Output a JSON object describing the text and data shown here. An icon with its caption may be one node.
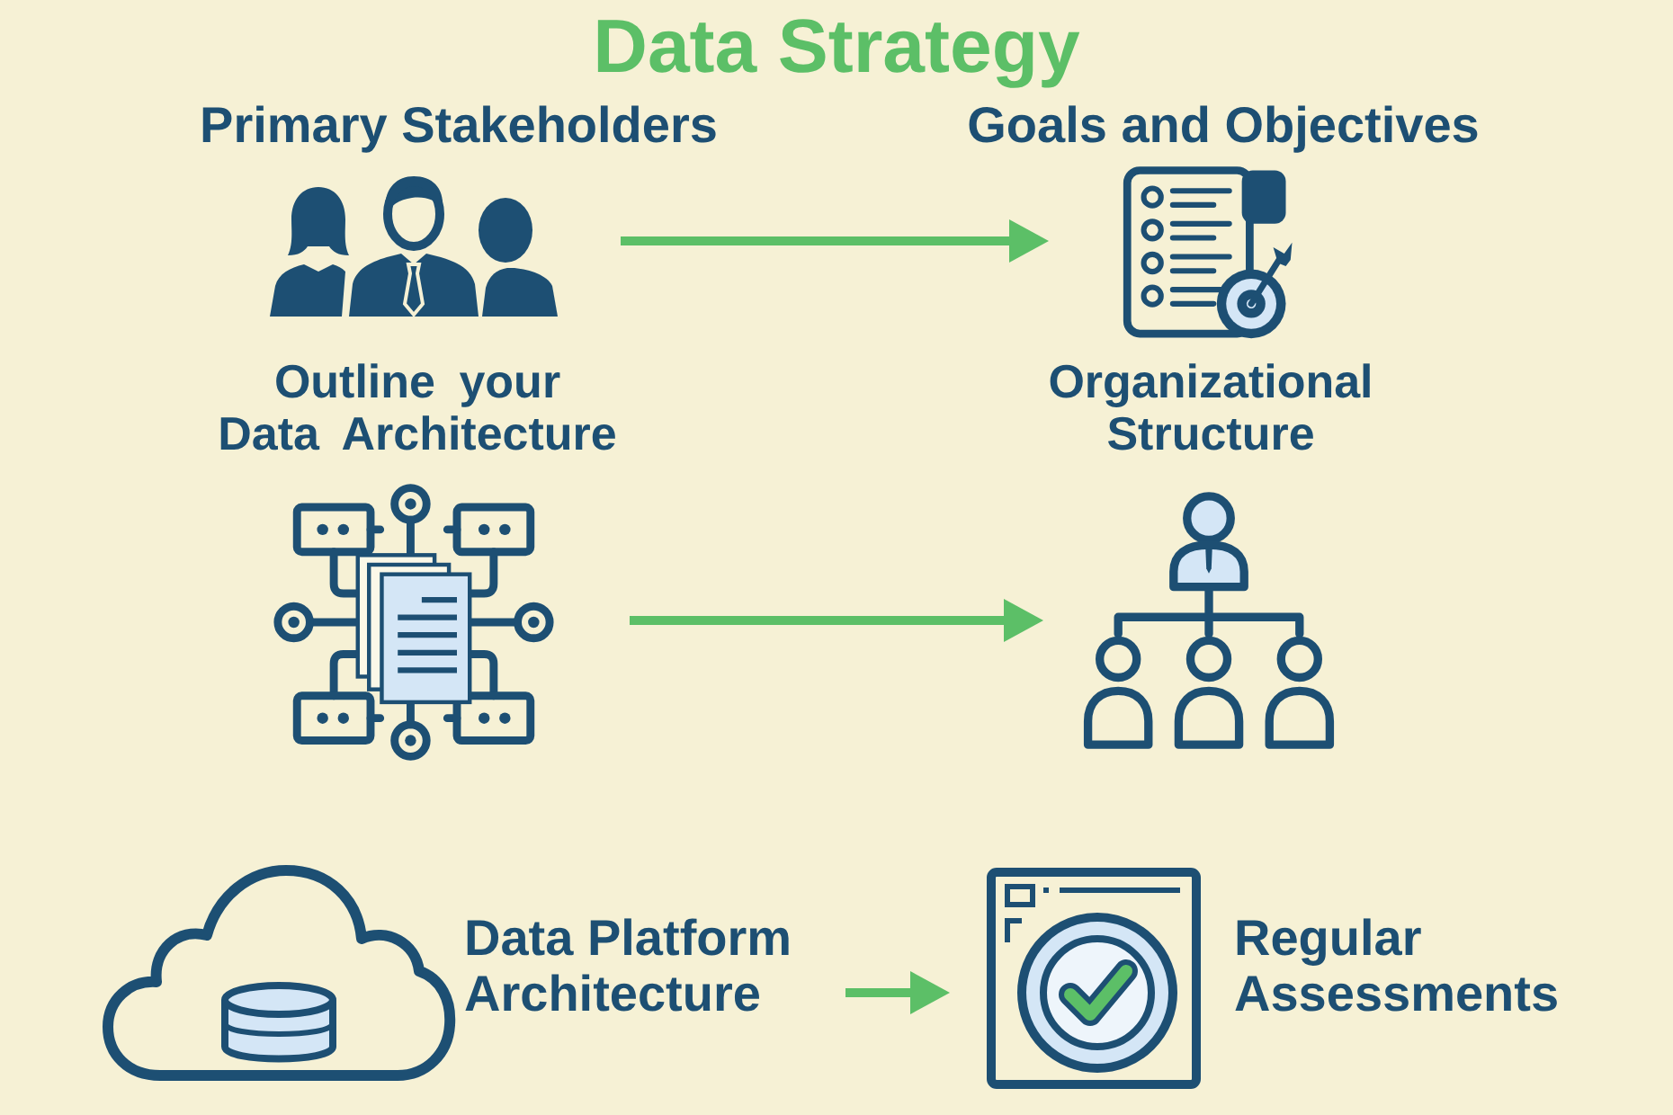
{
  "diagram": {
    "title": "Data Strategy",
    "nodes": [
      {
        "text": [
          "Primary Stakeholders"
        ]
      },
      {
        "text": [
          "Goals and Objectives"
        ]
      },
      {
        "text": [
          "Outline your Data Architecture"
        ]
      },
      {
        "text": [
          "Organizational Structure"
        ]
      },
      {
        "text": [
          "Data Platform Architecture"
        ]
      },
      {
        "text": [
          "Regular Assessments"
        ]
      }
    ],
    "edges": [
      {
        "from": 0,
        "to": 1,
        "arrow": "to"
      },
      {
        "from": 2,
        "to": 3,
        "arrow": "to"
      },
      {
        "from": 4,
        "to": 5,
        "arrow": "to"
      }
    ]
  }
}
